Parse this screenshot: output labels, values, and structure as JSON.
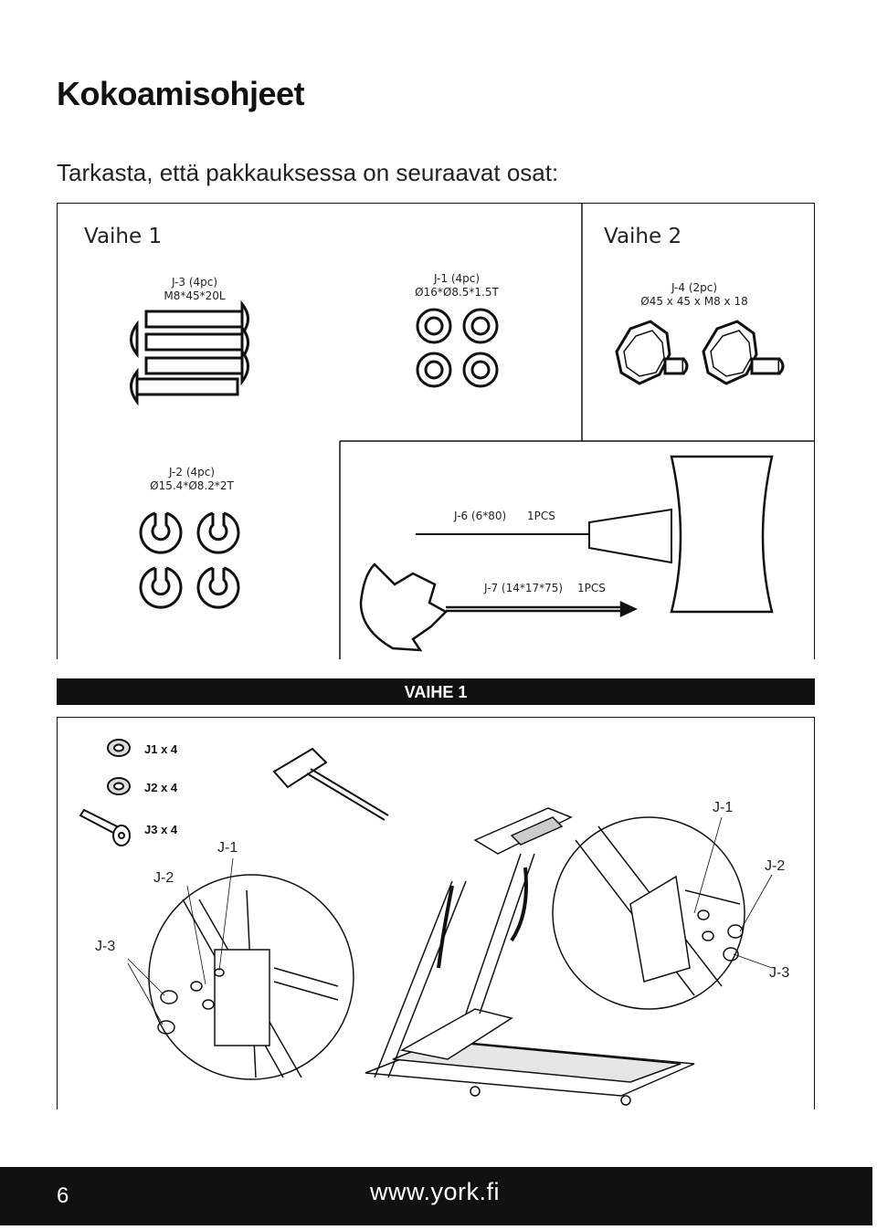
{
  "title": "Kokoamisohjeet",
  "subtitle": "Tarkasta, että pakkauksessa on seuraavat osat:",
  "parts_box": {
    "step1_label": "Vaihe 1",
    "step2_label": "Vaihe 2",
    "parts": {
      "j3": {
        "line1": "J-3 (4pc)",
        "line2": "M8*45*20L"
      },
      "j1": {
        "line1": "J-1 (4pc)",
        "line2": "Ø16*Ø8.5*1.5T"
      },
      "j4": {
        "line1": "J-4 (2pc)",
        "line2": "Ø45 x 45 x M8 x 18"
      },
      "j2": {
        "line1": "J-2 (4pc)",
        "line2": "Ø15.4*Ø8.2*2T"
      },
      "j6": {
        "name": "J-6 (6*80)",
        "qty": "1PCS"
      },
      "j7": {
        "name": "J-7 (14*17*75)",
        "qty": "1PCS"
      }
    }
  },
  "step_banner": "VAIHE 1",
  "assembly": {
    "qty_j1": "J1 x 4",
    "qty_j2": "J2 x 4",
    "qty_j3": "J3 x 4",
    "left_callout": {
      "j2": "J-2",
      "j1": "J-1",
      "j3": "J-3"
    },
    "right_callout": {
      "j1": "J-1",
      "j2": "J-2",
      "j3": "J-3"
    }
  },
  "footer": {
    "page_number": "6",
    "website": "www.york.fi"
  },
  "colors": {
    "ink": "#111111",
    "band": "#111111",
    "band_text": "#ffffff",
    "background": "#ffffff"
  }
}
